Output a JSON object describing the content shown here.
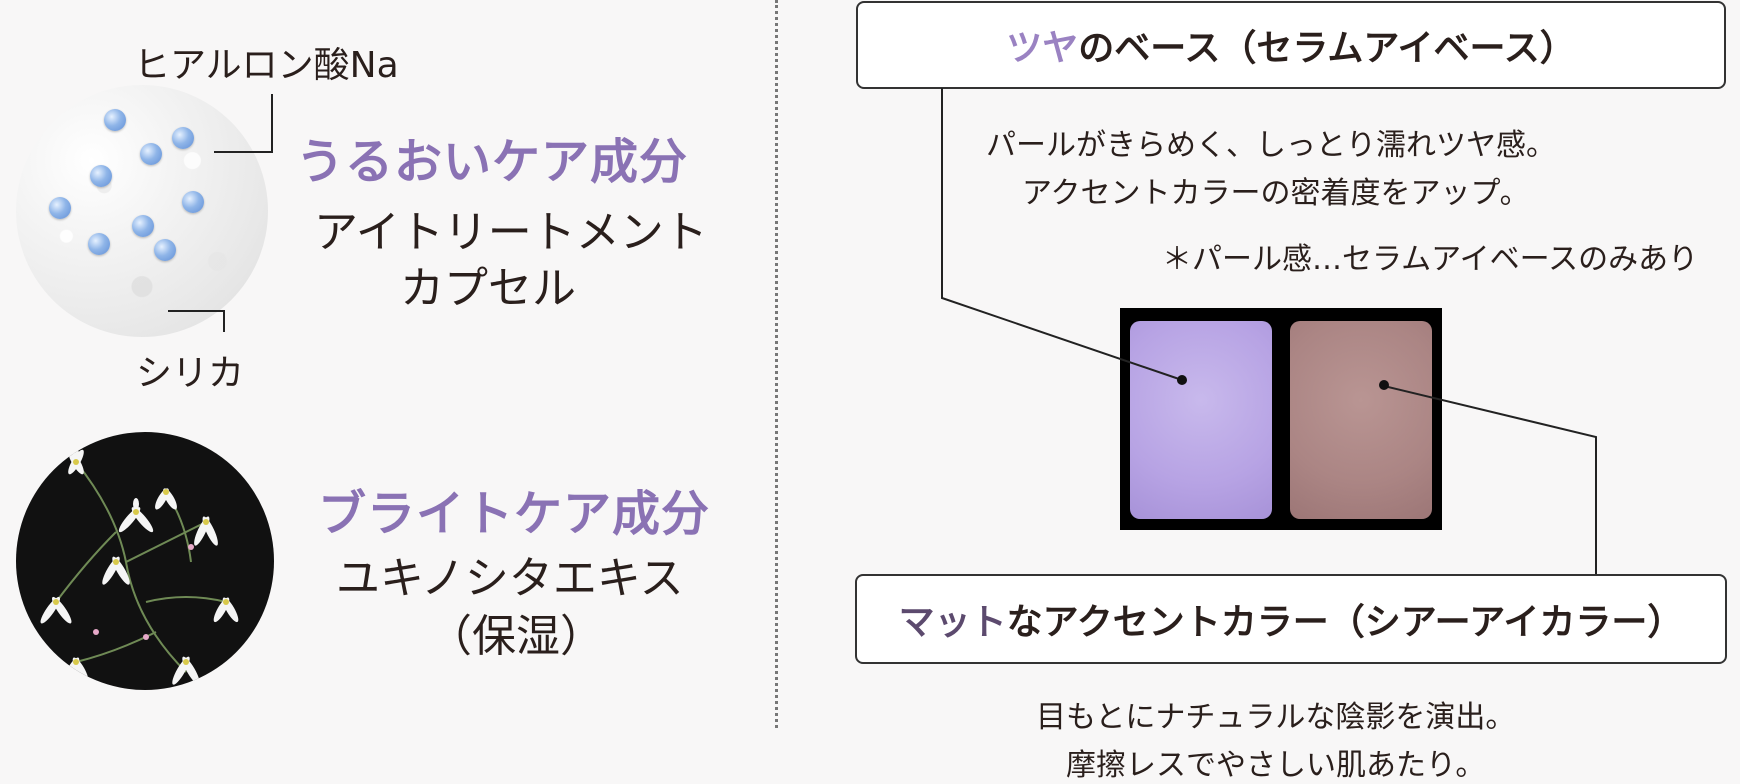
{
  "left": {
    "hyaluronic_label": "ヒアルロン酸Na",
    "silica_label": "シリカ",
    "moist_heading": "うるおいケア成分",
    "moist_line1": "アイトリートメント",
    "moist_line2": "カプセル",
    "bright_heading": "ブライトケア成分",
    "bright_line1": "ユキノシタエキス",
    "bright_line2": "（保湿）"
  },
  "right": {
    "base_box": {
      "accent": "ツヤ",
      "rest": "のベース（セラムアイベース）"
    },
    "base_desc_line1": "パールがきらめく、しっとり濡れツヤ感。",
    "base_desc_line2": "アクセントカラーの密着度をアップ。",
    "base_note": "＊パール感…セラムアイベースのみあり",
    "accent_box": {
      "accent": "マット",
      "rest": "なアクセントカラー（シアーアイカラー）"
    },
    "accent_desc_line1": "目もとにナチュラルな陰影を演出。",
    "accent_desc_line2": "摩擦レスでやさしい肌あたり。"
  },
  "colors": {
    "heading_purple": "#8a72b4",
    "base_accent": "#9a82c2",
    "matte_accent": "#5c4a6e",
    "lavender_pan": "#b7a3e4",
    "rose_pan": "#ab8584",
    "text_dark": "#2a1f1c"
  }
}
